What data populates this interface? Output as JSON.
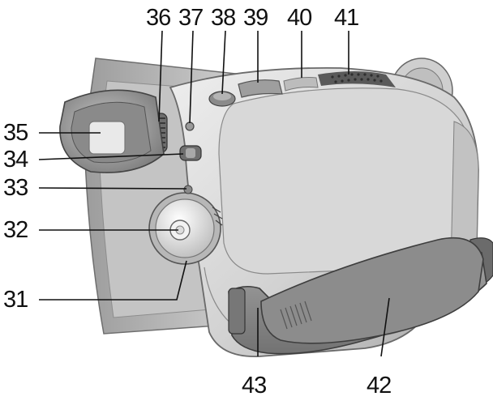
{
  "callouts": [
    {
      "id": "c35",
      "label": "35"
    },
    {
      "id": "c34",
      "label": "34"
    },
    {
      "id": "c33",
      "label": "33"
    },
    {
      "id": "c32",
      "label": "32"
    },
    {
      "id": "c31",
      "label": "31"
    },
    {
      "id": "c36",
      "label": "36"
    },
    {
      "id": "c37",
      "label": "37"
    },
    {
      "id": "c38",
      "label": "38"
    },
    {
      "id": "c39",
      "label": "39"
    },
    {
      "id": "c40",
      "label": "40"
    },
    {
      "id": "c41",
      "label": "41"
    },
    {
      "id": "c42",
      "label": "42"
    },
    {
      "id": "c43",
      "label": "43"
    }
  ],
  "colors": {
    "body_light": "#dcdcdc",
    "body_mid": "#b9b9b9",
    "body_dark": "#7d7d7d",
    "strap": "#8e8e8e",
    "strap_dark": "#5f5f5f",
    "eyecup": "#9a9a9a",
    "line": "#111111"
  }
}
